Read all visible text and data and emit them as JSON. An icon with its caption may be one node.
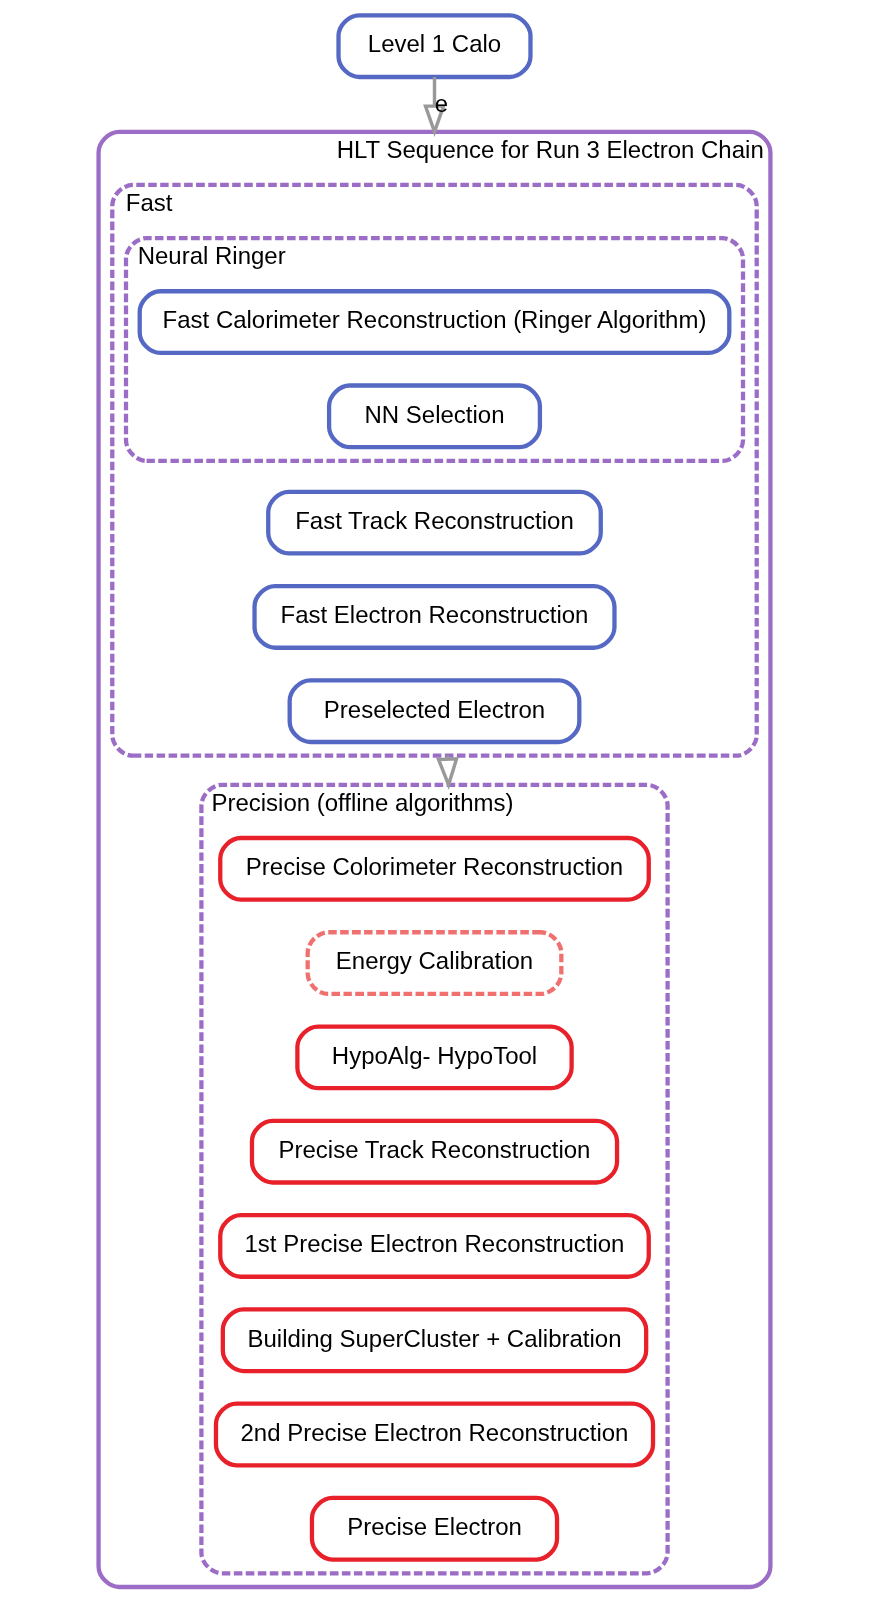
{
  "diagram": {
    "nodes": [
      {
        "text": [
          "Level 1 Calo"
        ]
      },
      {
        "text": [
          "HLT Sequence for Run 3 Electron Chain"
        ]
      },
      {
        "text": [
          "Fast"
        ],
        "in": 1
      },
      {
        "text": [
          "Neural Ringer"
        ],
        "in": 2
      },
      {
        "text": [
          "Fast Calorimeter Reconstruction (Ringer Algorithm)"
        ],
        "in": 3
      },
      {
        "text": [
          "NN Selection"
        ],
        "in": 3
      },
      {
        "text": [
          "Fast Track Reconstruction"
        ],
        "in": 2
      },
      {
        "text": [
          "Fast Electron Reconstruction"
        ],
        "in": 2
      },
      {
        "text": [
          "Preselected Electron"
        ],
        "in": 2
      },
      {
        "text": [
          "Precision (offline algorithms)"
        ],
        "in": 1
      },
      {
        "text": [
          "Precise Colorimeter Reconstruction"
        ],
        "in": 9
      },
      {
        "text": [
          "Energy Calibration"
        ],
        "in": 9
      },
      {
        "text": [
          "HypoAlg- HypoTool"
        ],
        "in": 9
      },
      {
        "text": [
          "Precise Track Reconstruction"
        ],
        "in": 9
      },
      {
        "text": [
          "1st Precise Electron Reconstruction"
        ],
        "in": 9
      },
      {
        "text": [
          "Building SuperCluster + Calibration"
        ],
        "in": 9
      },
      {
        "text": [
          "2nd Precise Electron Reconstruction"
        ],
        "in": 9
      },
      {
        "text": [
          "Precise Electron"
        ],
        "in": 9
      }
    ],
    "edges": [
      {
        "from": 0,
        "to": 1,
        "arrow": "to",
        "label": "e"
      },
      {
        "from": 2,
        "to": 9,
        "arrow": "to"
      }
    ]
  }
}
